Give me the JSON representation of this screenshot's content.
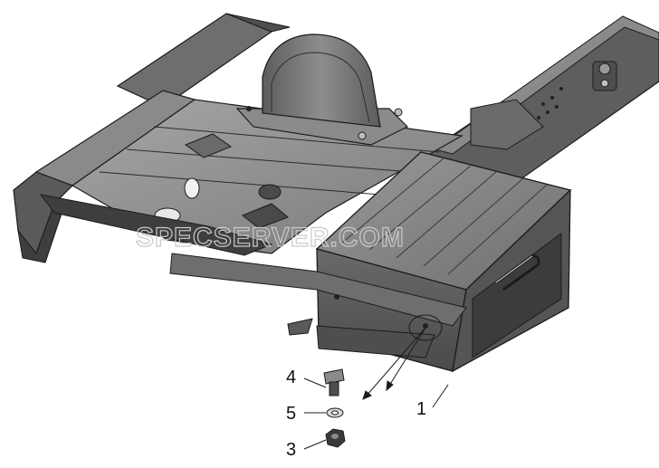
{
  "diagram": {
    "callouts": [
      {
        "id": "4",
        "label": "4"
      },
      {
        "id": "5",
        "label": "5"
      },
      {
        "id": "3",
        "label": "3"
      },
      {
        "id": "1",
        "label": "1"
      }
    ],
    "watermark": "SPECSERVER.COM",
    "colors": {
      "metal_dark": "#5a5a5a",
      "metal_mid": "#7d7d7d",
      "metal_light": "#a8a8a8",
      "outline": "#1c1c1c",
      "background": "#ffffff"
    }
  }
}
